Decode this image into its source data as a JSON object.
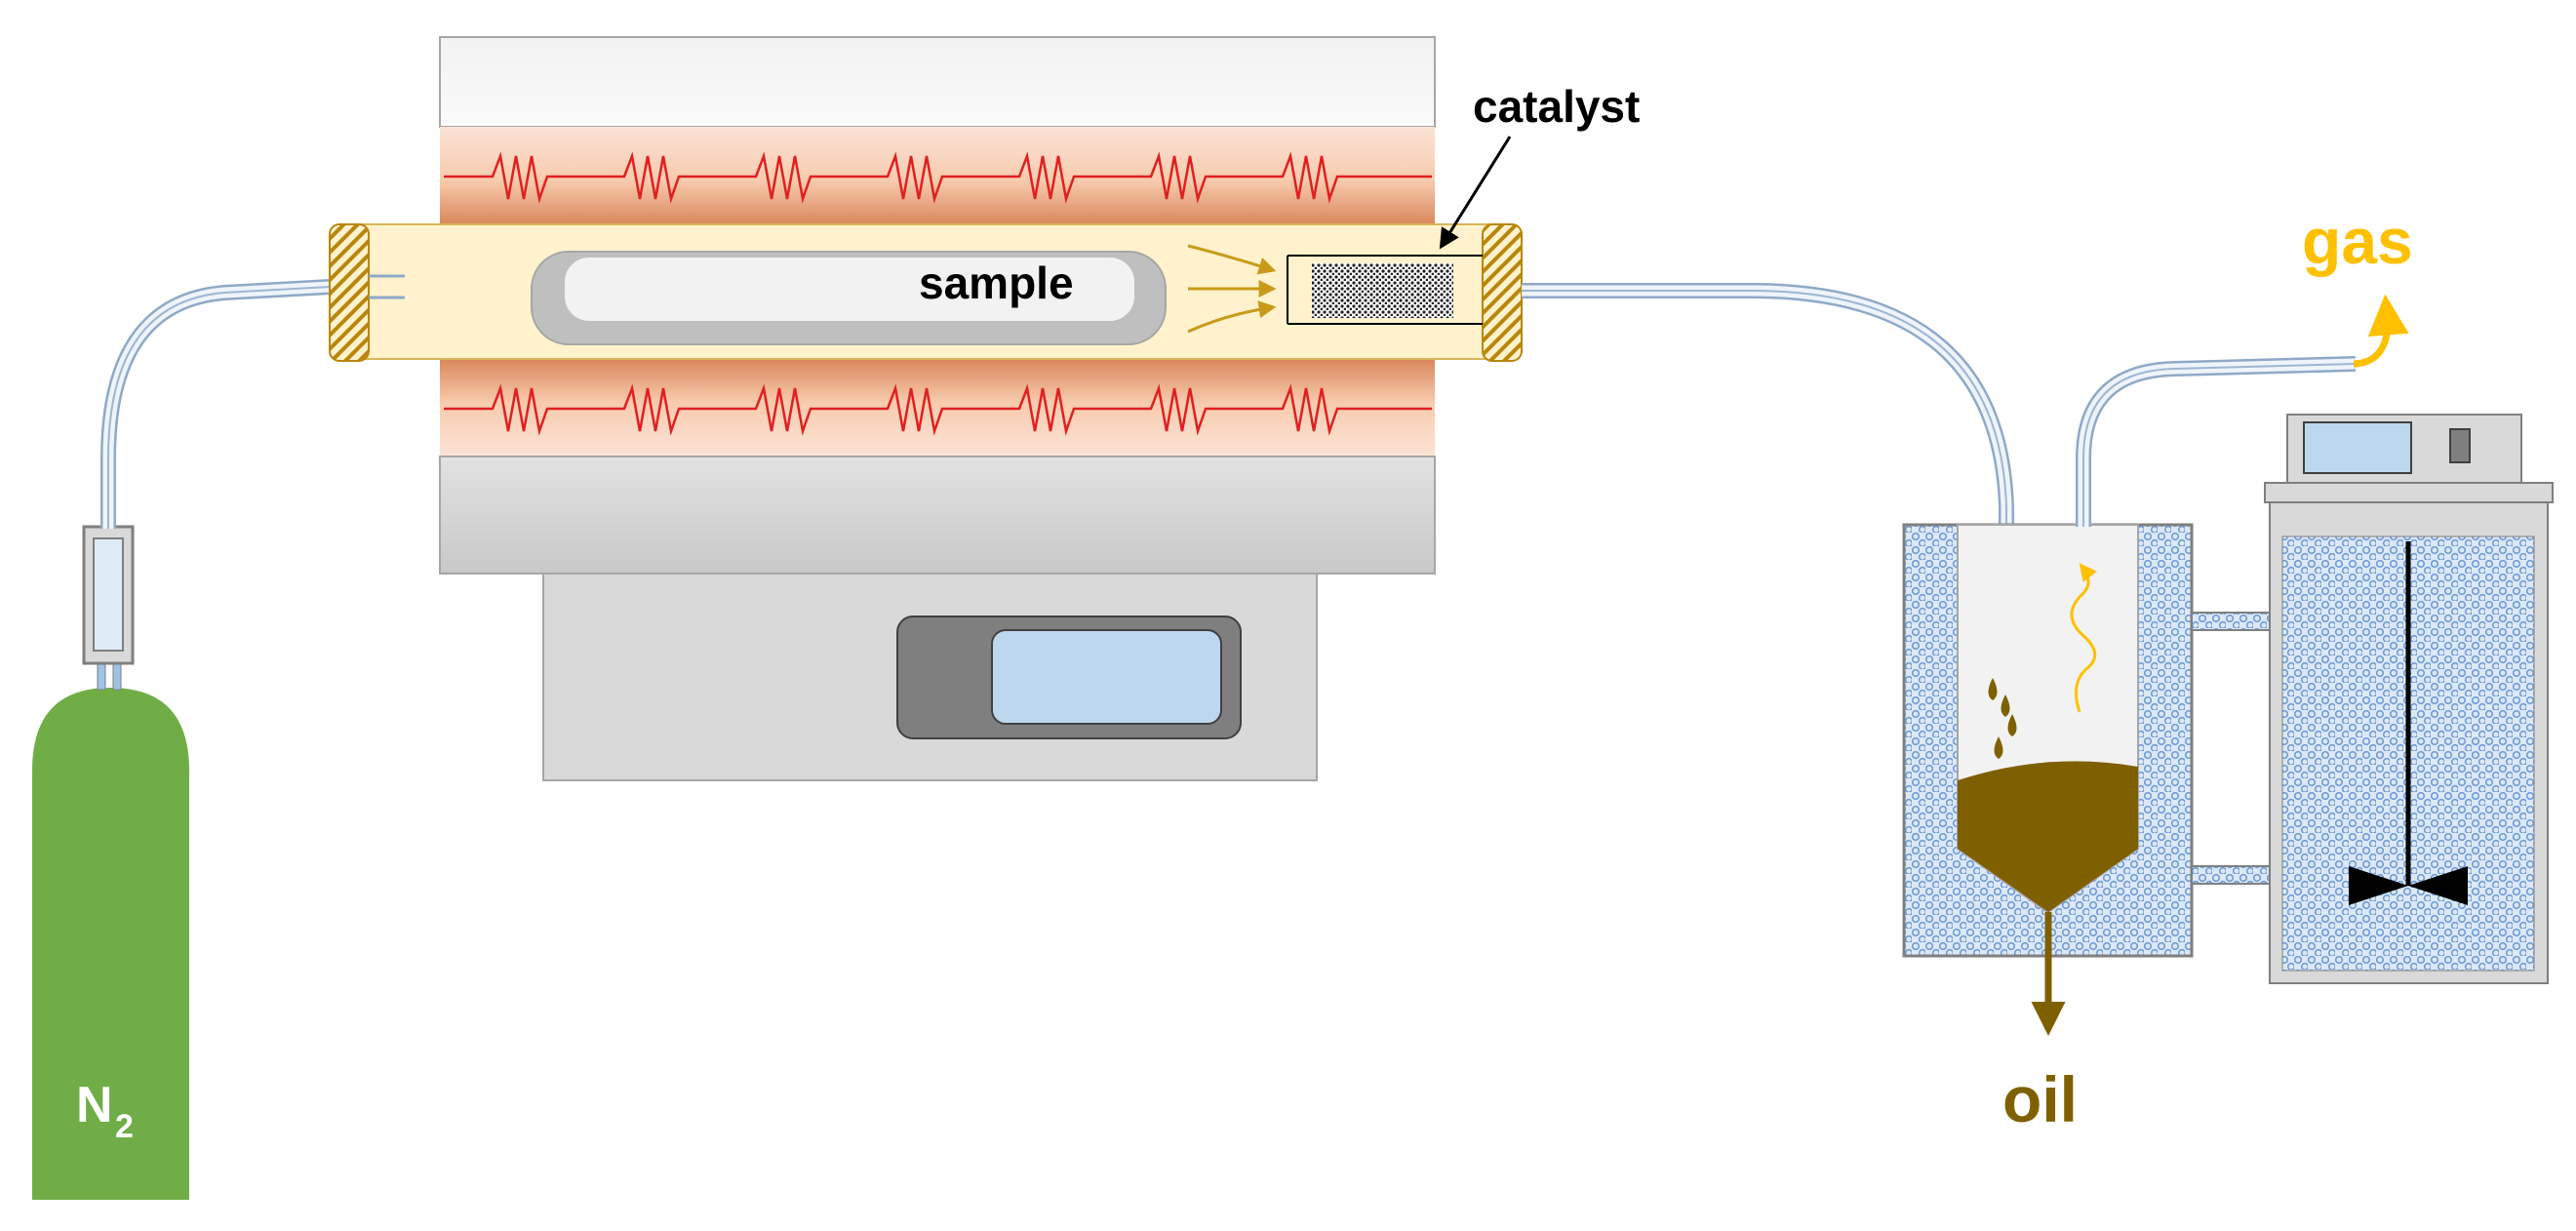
{
  "labels": {
    "catalyst": "catalyst",
    "sample": "sample",
    "gas": "gas",
    "oil": "oil",
    "cylinder_main": "N",
    "cylinder_sub": "2"
  },
  "colors": {
    "cylinder_green": "#70AD47",
    "heater_zigzag": "#E02020",
    "heater_band": "#F4B183",
    "reactor_tube": "#FFF2CC",
    "flow_arrow": "#C99A1A",
    "gas_color": "#FFC000",
    "oil_color": "#7F6000",
    "bath_blue": "#8FB4E3",
    "screen_blue": "#BDD7EE"
  },
  "icons": [
    "gas-cylinder-icon",
    "tube-furnace-icon",
    "heating-coil-icon",
    "catalyst-bed-icon",
    "sample-boat-icon",
    "condenser-bath-icon",
    "chiller-icon",
    "stirrer-icon",
    "oil-droplet-icon"
  ]
}
